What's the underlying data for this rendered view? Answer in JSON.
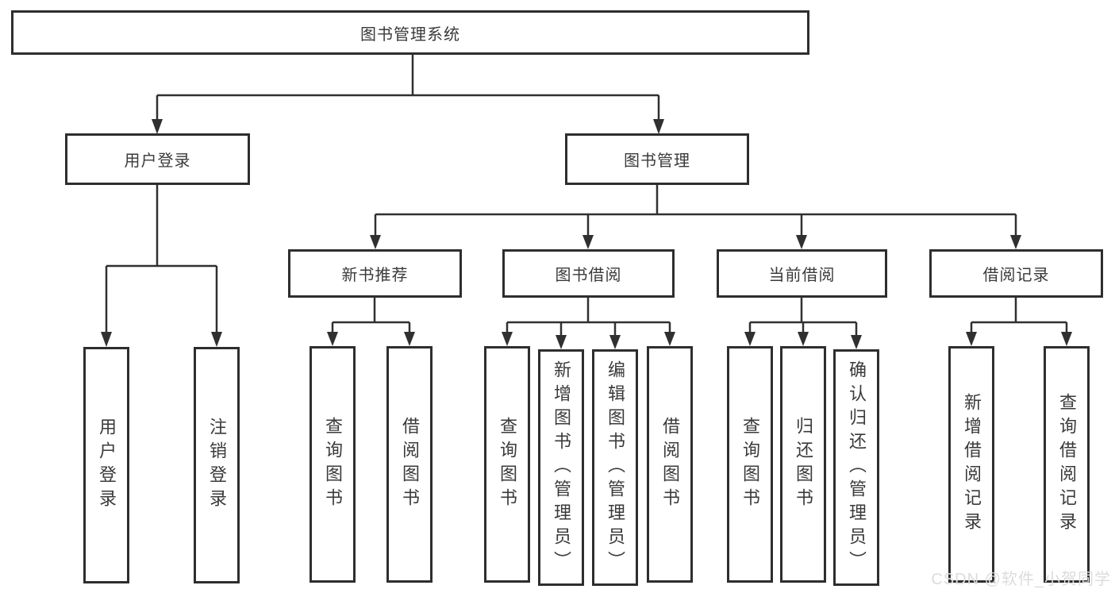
{
  "nodes": {
    "root": "图书管理系统",
    "user_login": "用户登录",
    "book_mgmt": "图书管理",
    "new_book_rec": "新书推荐",
    "book_borrow": "图书借阅",
    "current_borrow": "当前借阅",
    "borrow_record": "借阅记录",
    "user_login_leaf": "用户登录",
    "logout_leaf": "注销登录",
    "nbr_query": "查询图书",
    "nbr_borrow": "借阅图书",
    "bb_query": "查询图书",
    "bb_add": "新增图书（管理员）",
    "bb_edit": "编辑图书（管理员）",
    "bb_borrow": "借阅图书",
    "cb_query": "查询图书",
    "cb_return": "归还图书",
    "cb_confirm": "确认归还（管理员）",
    "br_add": "新增借阅记录",
    "br_query": "查询借阅记录"
  },
  "colors": {
    "line": "#303030",
    "border": "#2e2e2e",
    "text": "#3a3a3a",
    "background": "#ffffff",
    "watermark": "#dcdcdc"
  },
  "watermark": "CSDN @软件_小贺同学"
}
